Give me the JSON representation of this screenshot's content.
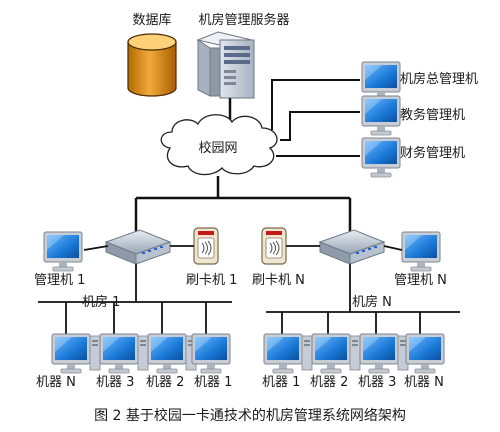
{
  "labels": {
    "database": "数据库",
    "server": "机房管理服务器",
    "campus_net": "校园网",
    "admin_total": "机房总管理机",
    "admin_edu": "教务管理机",
    "admin_fin": "财务管理机",
    "mgr1": "管理机 1",
    "mgrN": "管理机 N",
    "card1": "刷卡机 1",
    "cardN": "刷卡机 N",
    "room1": "机房 1",
    "roomN": "机房 N",
    "room1_machines": [
      "机器 N",
      "机器 3",
      "机器 2",
      "机器 1"
    ],
    "roomN_machines": [
      "机器 1",
      "机器 2",
      "机器 3",
      "机器 N"
    ],
    "caption": "图 2  基于校园一卡通技术的机房管理系统网络架构"
  }
}
